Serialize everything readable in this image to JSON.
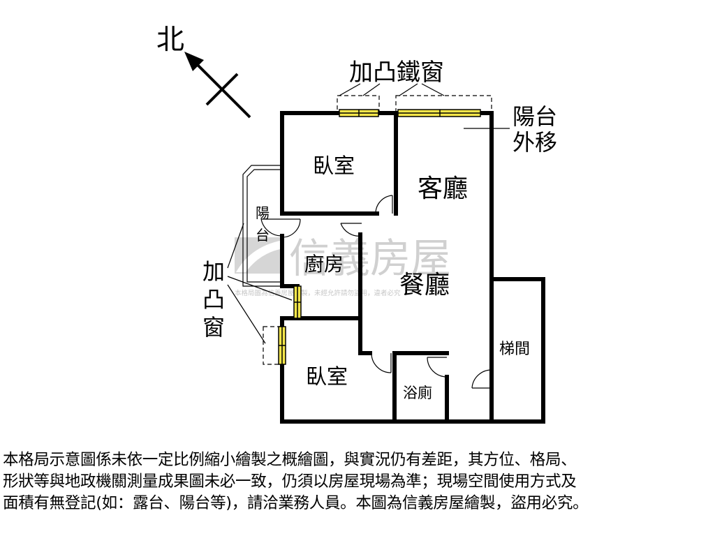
{
  "compass": {
    "label": "北"
  },
  "callouts": {
    "bay_iron_window": "加凸鐵窗",
    "balcony_moved_line1": "陽台",
    "balcony_moved_line2": "外移",
    "bay_window_chars": [
      "加",
      "凸",
      "窗"
    ]
  },
  "rooms": {
    "bedroom_top": "臥室",
    "living_room": "客廳",
    "balcony_char1": "陽",
    "balcony_char2": "台",
    "kitchen": "廚房",
    "dining_room": "餐廳",
    "stairwell": "梯間",
    "bedroom_bottom": "臥室",
    "bathroom": "浴廁"
  },
  "watermark": {
    "brand": "信義房屋",
    "caption": "本格局圖為信義房屋繪製，未經允許請勿盜用，違者必究"
  },
  "colors": {
    "wall": "#000000",
    "window_fill": "#f4e64a",
    "watermark": "#cccccc"
  },
  "disclaimer": "本格局示意圖係未依一定比例縮小繪製之概繪圖，與實況仍有差距，其方位、格局、\n形狀等與地政機關測量成果圖未必一致，仍須以房屋現場為準；現場空間使用方式及\n面積有無登記(如：露台、陽台等)，請洽業務人員。本圖為信義房屋繪製，盜用必究。"
}
